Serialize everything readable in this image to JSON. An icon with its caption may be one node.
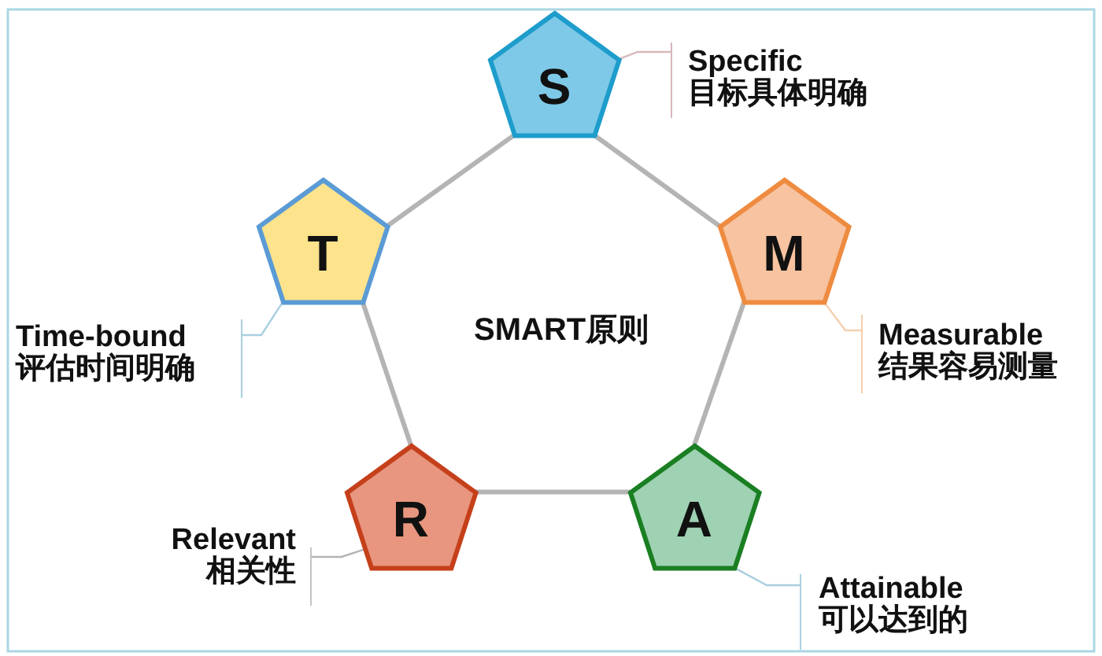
{
  "diagram": {
    "nodes": [
      {
        "text": [
          "S"
        ]
      },
      {
        "text": [
          "Specific",
          "目标具体明确"
        ]
      },
      {
        "text": [
          "T"
        ]
      },
      {
        "text": [
          "M"
        ]
      },
      {
        "text": [
          "Time-bound",
          "评估时间明确"
        ]
      },
      {
        "text": [
          "Measurable",
          "结果容易测量"
        ]
      },
      {
        "text": [
          "R"
        ]
      },
      {
        "text": [
          "A"
        ]
      },
      {
        "text": [
          "Relevant",
          "相关性"
        ]
      },
      {
        "text": [
          "Attainable",
          "可以达到的"
        ]
      }
    ],
    "edges": [
      {
        "from": 0,
        "to": 3,
        "arrow": "none",
        "style": "thick"
      },
      {
        "from": 3,
        "to": 7,
        "arrow": "none",
        "style": "thick"
      },
      {
        "from": 7,
        "to": 6,
        "arrow": "none",
        "style": "thick"
      },
      {
        "from": 6,
        "to": 2,
        "arrow": "none",
        "style": "thick"
      },
      {
        "from": 2,
        "to": 0,
        "arrow": "none",
        "style": "thick"
      },
      {
        "from": 1,
        "to": 0,
        "arrow": "none",
        "color": "#d8b7bb"
      },
      {
        "from": 4,
        "to": 2,
        "arrow": "none",
        "color": "#a9cfe0"
      },
      {
        "from": 5,
        "to": 3,
        "arrow": "none",
        "color": "#f4cfae"
      },
      {
        "from": 8,
        "to": 6,
        "arrow": "none"
      },
      {
        "from": 9,
        "to": 7,
        "arrow": "none",
        "color": "#a9cfe0"
      }
    ],
    "labels": [
      "SMART原则"
    ]
  }
}
